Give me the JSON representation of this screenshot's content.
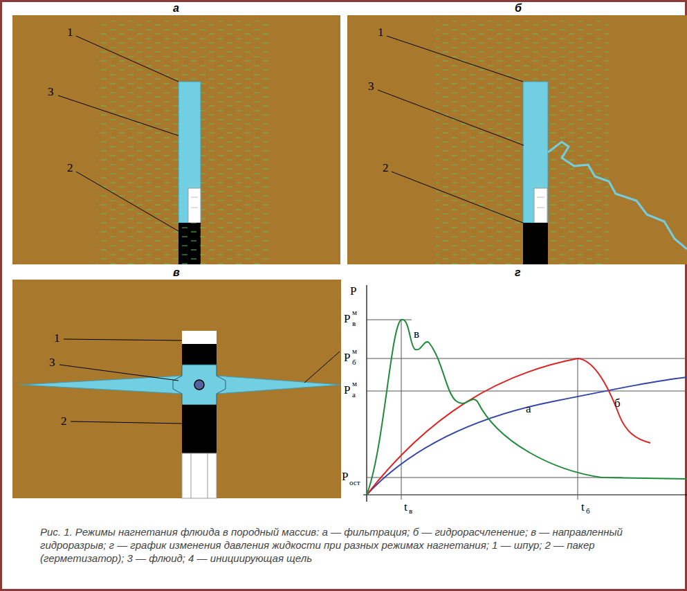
{
  "diagram": {
    "caption": "Рис. 1. Режимы нагнетания флюида в породный массив: а — фильтрация; б — гидрорасчленение; в — направленный гидроразрыв; г — график изменения давления жидкости при разных режимах нагнетания; 1 — шпур; 2 — пакер (герметизатор); 3 — флюид; 4 — инициирующая щель",
    "labels": [
      "а",
      "1",
      "3",
      "2",
      "б",
      "1",
      "3",
      "2",
      "в",
      "1",
      "3",
      "2",
      "г",
      "P",
      "P",
      "м",
      "в",
      "P",
      "м",
      "б",
      "P",
      "м",
      "а",
      "P",
      "ост",
      "t",
      "в",
      "t",
      "б",
      "в",
      "б",
      "а"
    ]
  }
}
